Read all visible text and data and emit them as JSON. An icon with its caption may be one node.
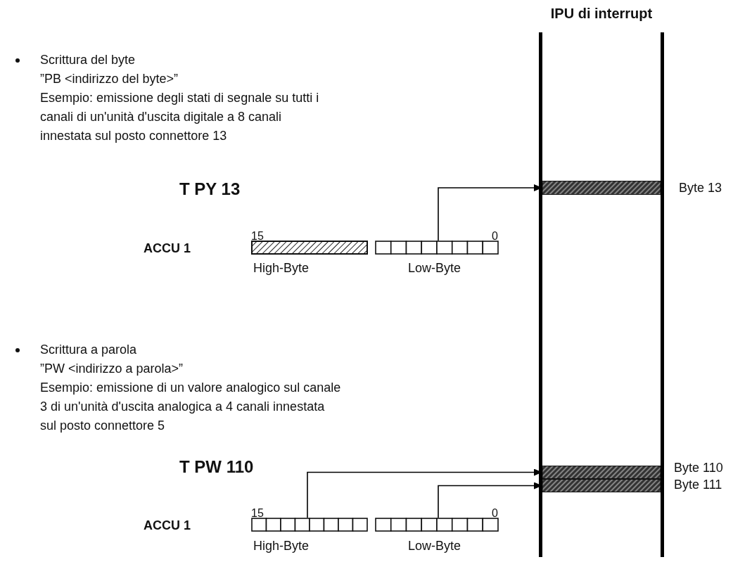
{
  "diagram": {
    "nodes": [
      {
        "text": [
          "IPU di interrupt"
        ]
      },
      {
        "text": [],
        "shape": "bar",
        "in": 0,
        "beside": [
          "Byte 13"
        ]
      },
      {
        "text": [],
        "shape": "bar",
        "beside": [
          "15",
          "High-Byte"
        ]
      },
      {
        "text": [],
        "shape": "bar",
        "beside": [
          "0",
          "Low-Byte"
        ]
      },
      {
        "text": [],
        "shape": "bar",
        "in": 0,
        "beside": [
          "Byte 110"
        ]
      },
      {
        "text": [],
        "shape": "bar",
        "in": 0,
        "beside": [
          "Byte 111"
        ]
      },
      {
        "text": [],
        "shape": "bar",
        "beside": [
          "15",
          "High-Byte"
        ]
      },
      {
        "text": [],
        "shape": "bar",
        "beside": [
          "0",
          "Low-Byte"
        ]
      }
    ],
    "edges": [
      {
        "from": 3,
        "to": 1,
        "arrow": "to"
      },
      {
        "from": 6,
        "to": 4,
        "arrow": "to"
      },
      {
        "from": 7,
        "to": 5,
        "arrow": "to"
      }
    ],
    "labels": [
      "Scrittura del byte",
      "”PB <indirizzo del byte>”",
      "Esempio: emissione degli stati di segnale su tutti i canali di un'unità d'uscita digitale a 8 canali innestata sul posto connettore 13",
      "T PY 13",
      "ACCU 1",
      "Scrittura a parola",
      "”PW <indirizzo a parola>”",
      "Esempio: emissione di un valore analogico sul canale 3 di un'unità d'uscita analogica a 4 canali innestata sul posto connettore 5",
      "T PW 110",
      "ACCU 1"
    ]
  }
}
